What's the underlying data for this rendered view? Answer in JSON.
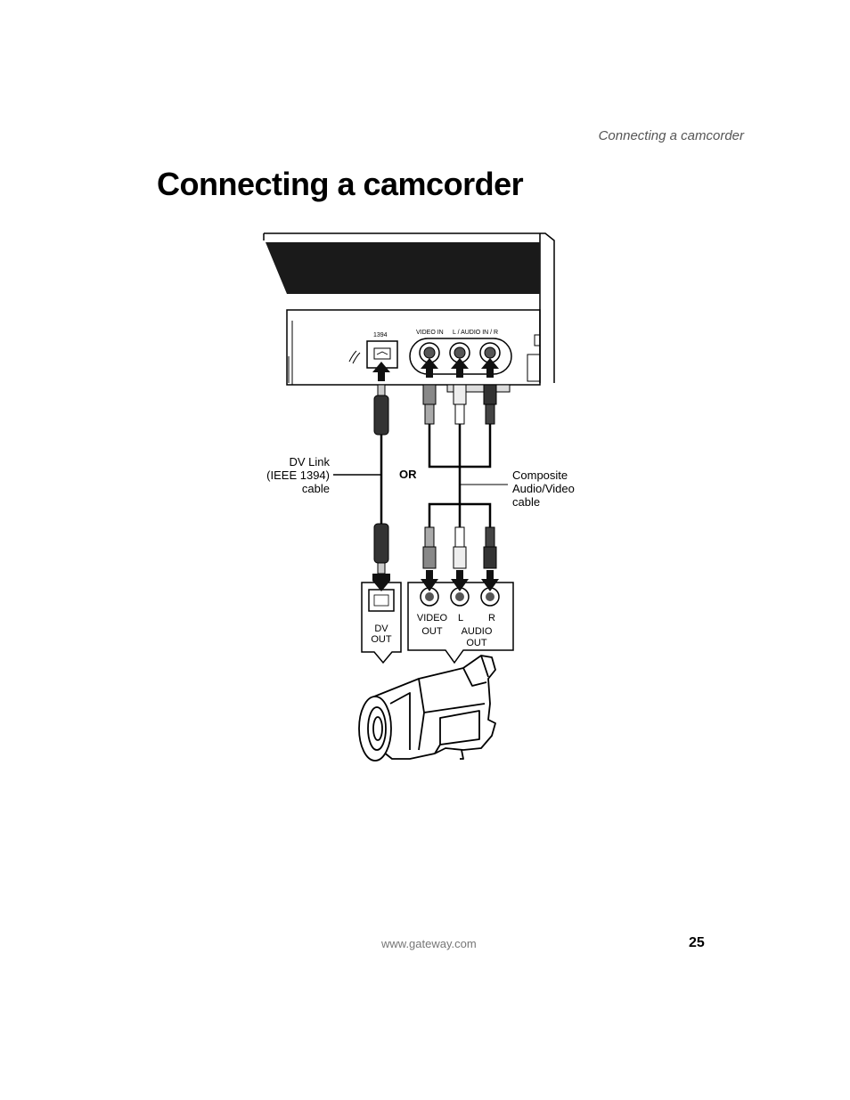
{
  "header": {
    "running_title": "Connecting a camcorder"
  },
  "page_title": "Connecting a camcorder",
  "diagram": {
    "device_panel": {
      "port_1394_label": "1394",
      "video_in_label": "VIDEO IN",
      "audio_in_label": "L / AUDIO IN / R"
    },
    "callouts": {
      "dv_link_line1": "DV Link",
      "dv_link_line2": "(IEEE 1394)",
      "dv_link_line3": "cable",
      "or_label": "OR",
      "composite_line1": "Composite",
      "composite_line2": "Audio/Video",
      "composite_line3": "cable"
    },
    "camcorder_panel": {
      "dv_out_line1": "DV",
      "dv_out_line2": "OUT",
      "video_out_line1": "VIDEO",
      "video_out_line2": "OUT",
      "audio_l": "L",
      "audio_r": "R",
      "audio_out_line1": "AUDIO",
      "audio_out_line2": "OUT"
    }
  },
  "footer": {
    "url": "www.gateway.com",
    "page_number": "25"
  }
}
